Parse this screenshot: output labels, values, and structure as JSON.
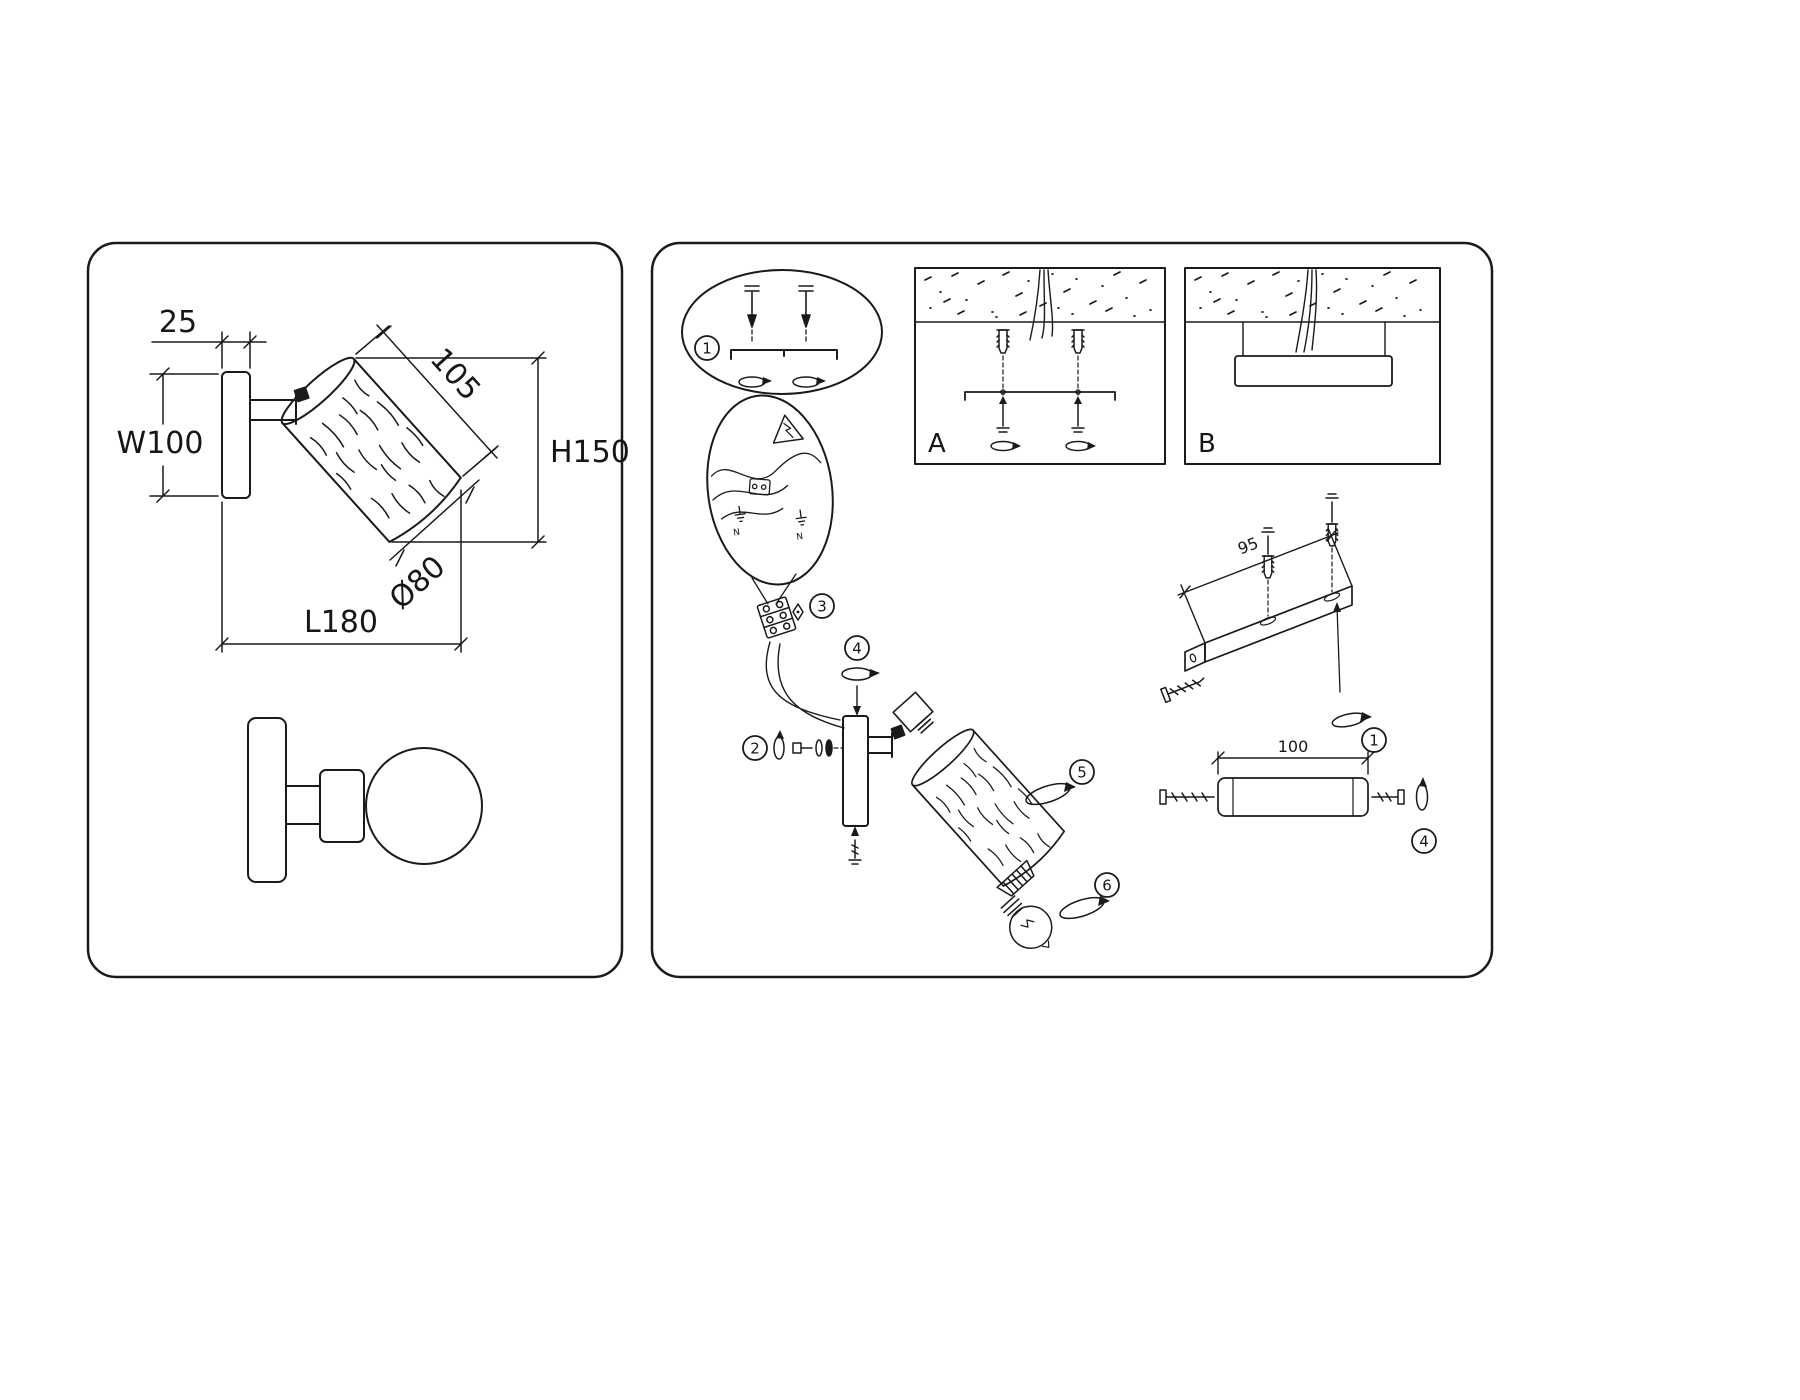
{
  "colors": {
    "ink": "#1a1a1a",
    "paper": "#ffffff"
  },
  "dimensions_panel": {
    "plate_thickness": "25",
    "plate_width": "W100",
    "shade_length": "105",
    "total_height": "H150",
    "shade_diameter": "Ø80",
    "total_length": "L180"
  },
  "install_panel": {
    "steps": {
      "s1": "1",
      "s2": "2",
      "s3": "3",
      "s4": "4",
      "s5": "5",
      "s6": "6"
    },
    "option_a": "A",
    "option_b": "B",
    "bracket_span": "95",
    "rod_length": "100",
    "wire_labels": {
      "n1": "N",
      "n2": "N"
    }
  }
}
